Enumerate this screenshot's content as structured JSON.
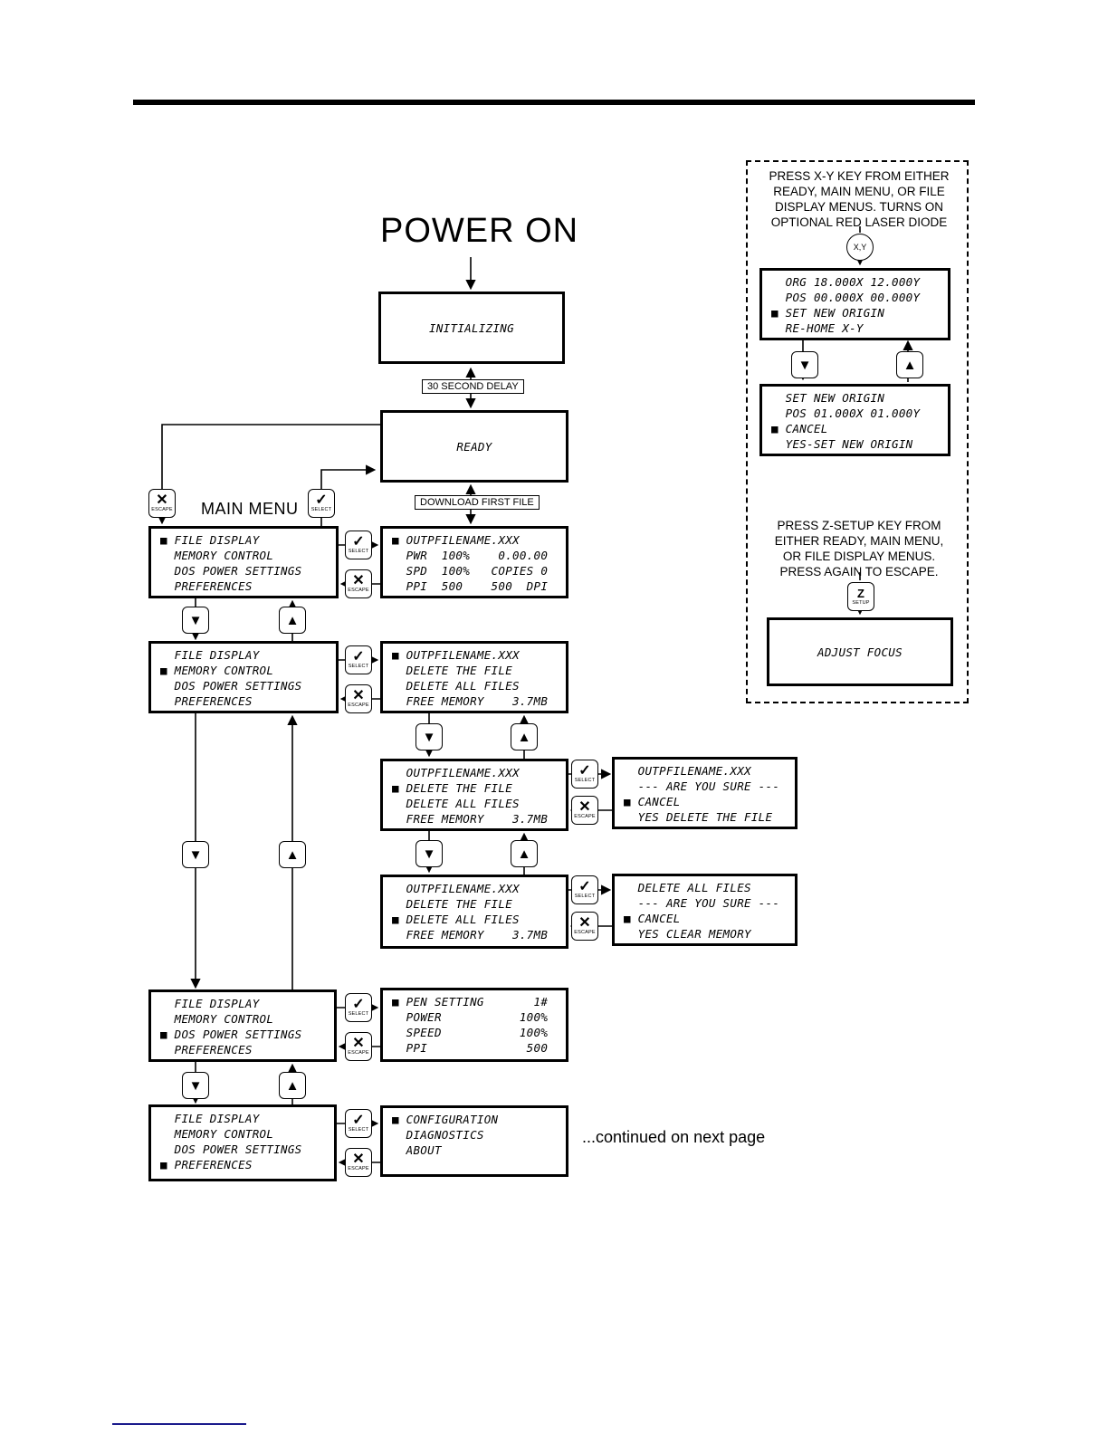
{
  "page": {
    "title": "POWER ON",
    "main_menu_label": "MAIN MENU",
    "delay_label": "30 SECOND DELAY",
    "download_label": "DOWNLOAD FIRST FILE",
    "continued_label": "...continued on next page"
  },
  "colors": {
    "ink": "#000000",
    "footnote_rule": "#1a1a8c"
  },
  "keys": {
    "select": {
      "glyph": "✓",
      "label": "SELECT"
    },
    "escape": {
      "glyph": "✕",
      "label": "ESCAPE"
    },
    "down": {
      "glyph": "▼"
    },
    "up": {
      "glyph": "▲"
    },
    "xy": {
      "label": "X,Y"
    },
    "z": {
      "glyph": "Z",
      "label": "SETUP"
    }
  },
  "panels": {
    "xy_note": {
      "line1": "PRESS X-Y KEY FROM EITHER",
      "line2": "READY, MAIN MENU, OR FILE",
      "line3": "DISPLAY MENUS. TURNS ON",
      "line4": "OPTIONAL RED LASER DIODE"
    },
    "z_note": {
      "line1": "PRESS  Z-SETUP KEY FROM",
      "line2": "EITHER READY,  MAIN MENU,",
      "line3": "OR FILE DISPLAY MENUS.",
      "line4": "PRESS AGAIN TO ESCAPE."
    }
  },
  "screens": {
    "initializing": {
      "center": "INITIALIZING"
    },
    "ready": {
      "center": "READY"
    },
    "adjust_focus": {
      "center": "ADJUST FOCUS"
    },
    "main_menu_1": {
      "lines": [
        "■ FILE DISPLAY",
        "  MEMORY CONTROL",
        "  DOS POWER SETTINGS",
        "  PREFERENCES"
      ]
    },
    "main_menu_2": {
      "lines": [
        "  FILE DISPLAY",
        "■ MEMORY CONTROL",
        "  DOS POWER SETTINGS",
        "  PREFERENCES"
      ]
    },
    "main_menu_3": {
      "lines": [
        "  FILE DISPLAY",
        "  MEMORY CONTROL",
        "■ DOS POWER SETTINGS",
        "  PREFERENCES"
      ]
    },
    "main_menu_4": {
      "lines": [
        "  FILE DISPLAY",
        "  MEMORY CONTROL",
        "  DOS POWER SETTINGS",
        "■ PREFERENCES"
      ]
    },
    "file_display": {
      "lines": [
        "■ OUTPFILENAME.XXX",
        "  PWR  100%    0.00.00",
        "  SPD  100%   COPIES 0",
        "  PPI  500    500  DPI"
      ]
    },
    "memory_1": {
      "lines": [
        "■ OUTPFILENAME.XXX",
        "  DELETE THE FILE",
        "  DELETE ALL FILES",
        "  FREE MEMORY    3.7MB"
      ]
    },
    "memory_2": {
      "lines": [
        "  OUTPFILENAME.XXX",
        "■ DELETE THE FILE",
        "  DELETE ALL FILES",
        "  FREE MEMORY    3.7MB"
      ]
    },
    "memory_3": {
      "lines": [
        "  OUTPFILENAME.XXX",
        "  DELETE THE FILE",
        "■ DELETE ALL FILES",
        "  FREE MEMORY    3.7MB"
      ]
    },
    "delete_file_confirm": {
      "lines": [
        "  OUTPFILENAME.XXX",
        "  --- ARE YOU SURE ---",
        "■ CANCEL",
        "  YES DELETE THE FILE"
      ]
    },
    "delete_all_confirm": {
      "lines": [
        "  DELETE ALL FILES",
        "  --- ARE YOU SURE ---",
        "■ CANCEL",
        "  YES CLEAR MEMORY"
      ]
    },
    "dos_power": {
      "lines": [
        "■ PEN SETTING       1#",
        "  POWER           100%",
        "  SPEED           100%",
        "  PPI              500"
      ]
    },
    "preferences": {
      "lines": [
        "■ CONFIGURATION",
        "  DIAGNOSTICS",
        "  ABOUT"
      ]
    },
    "xy_origin_1": {
      "lines": [
        "  ORG 18.000X 12.000Y",
        "  POS 00.000X 00.000Y",
        "■ SET NEW ORIGIN",
        "  RE-HOME X-Y"
      ]
    },
    "xy_origin_2": {
      "lines": [
        "  SET NEW ORIGIN",
        "  POS 01.000X 01.000Y",
        "■ CANCEL",
        "  YES-SET NEW ORIGIN"
      ]
    }
  }
}
